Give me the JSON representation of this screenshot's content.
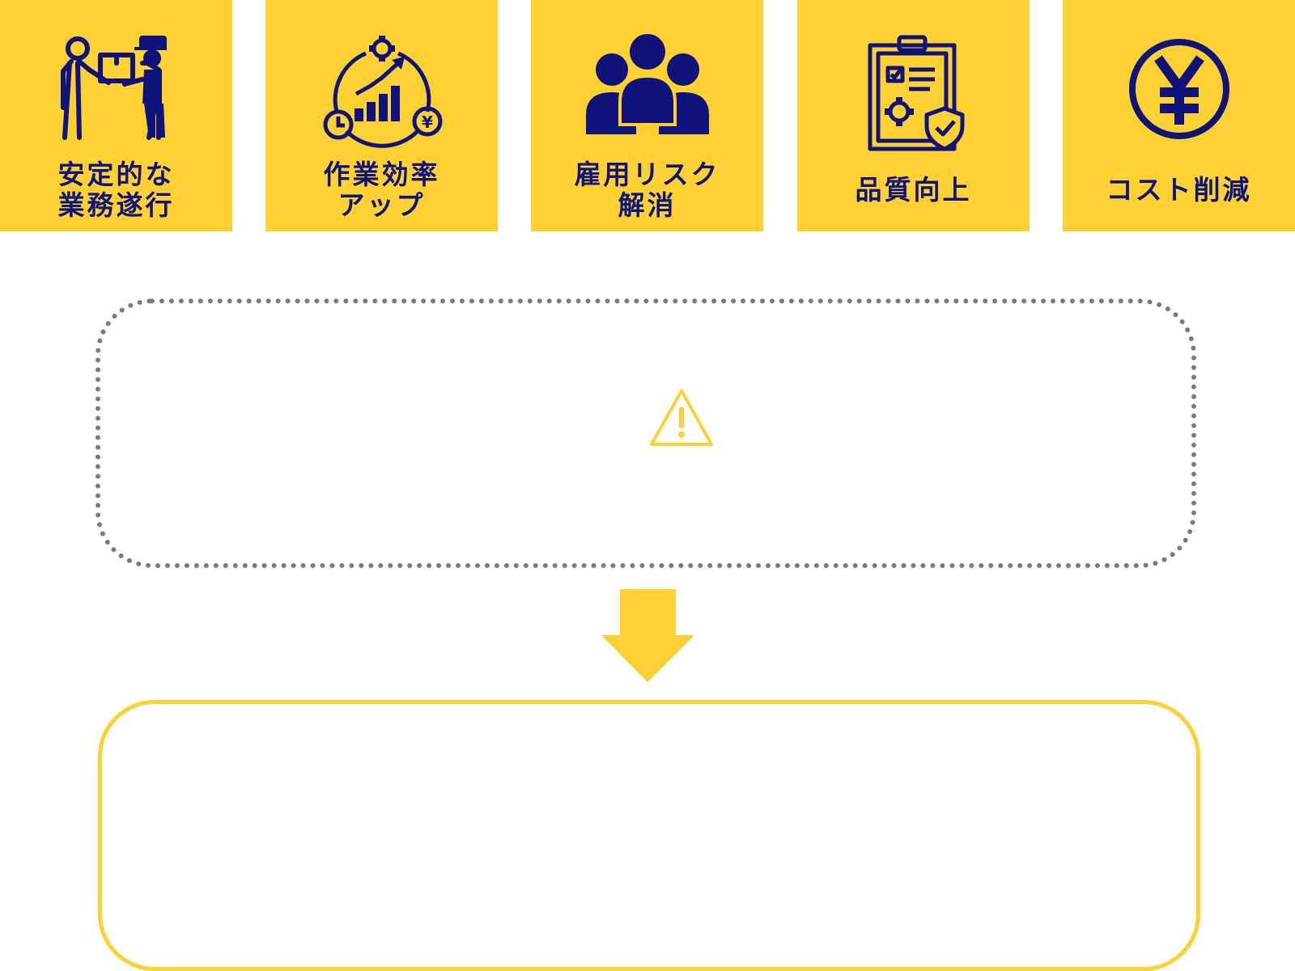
{
  "colors": {
    "tile_background": "#FDD033",
    "navy": "#10137A",
    "accent_yellow": "#FDD033",
    "dotted_border": "#7a7a7a"
  },
  "benefits": [
    {
      "icon": "delivery-handover-icon",
      "label_lines": [
        "安定的な",
        "業務遂行"
      ]
    },
    {
      "icon": "efficiency-cycle-icon",
      "label_lines": [
        "作業効率",
        "アップ"
      ]
    },
    {
      "icon": "people-group-icon",
      "label_lines": [
        "雇用リスク",
        "解消"
      ]
    },
    {
      "icon": "clipboard-shield-icon",
      "label_lines": [
        "品質向上"
      ]
    },
    {
      "icon": "yen-coin-icon",
      "label_lines": [
        "コスト削減"
      ]
    }
  ],
  "warning_panel": {
    "icon": "warning-triangle-icon"
  },
  "arrow": {
    "icon": "down-arrow-icon"
  },
  "result_panel": {}
}
